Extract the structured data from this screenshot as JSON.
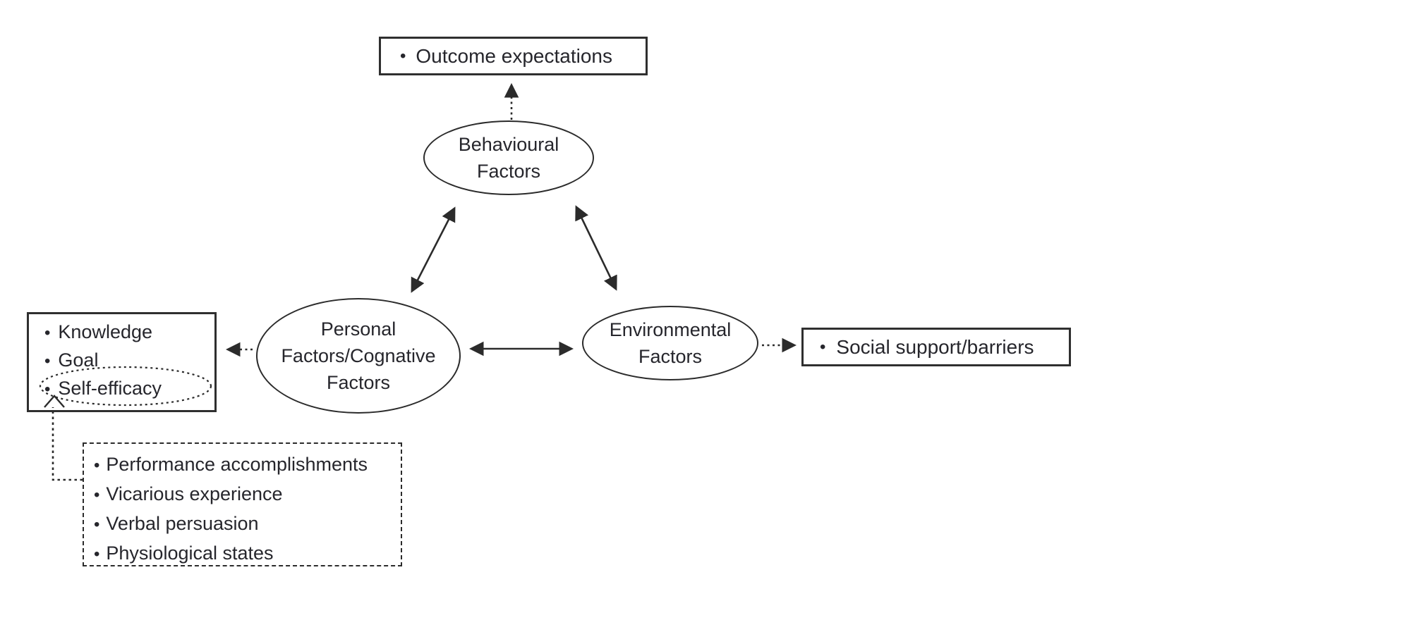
{
  "bullet_char": "•",
  "outcome_box": {
    "label": "Outcome expectations"
  },
  "nodes": {
    "behavioural": {
      "line1": "Behavioural",
      "line2": "Factors"
    },
    "personal": {
      "line1": "Personal",
      "line2": "Factors/Cognative",
      "line3": "Factors"
    },
    "environmental": {
      "line1": "Environmental",
      "line2": "Factors"
    }
  },
  "left_box": {
    "items": [
      "Knowledge",
      "Goal",
      "Self-efficacy"
    ]
  },
  "right_box": {
    "label": "Social support/barriers"
  },
  "sources_box": {
    "items": [
      "Performance accomplishments",
      "Vicarious experience",
      "Verbal persuasion",
      "Physiological states"
    ]
  },
  "colors": {
    "ink": "#2b2b2b",
    "text": "#26262c",
    "background": "#ffffff"
  }
}
